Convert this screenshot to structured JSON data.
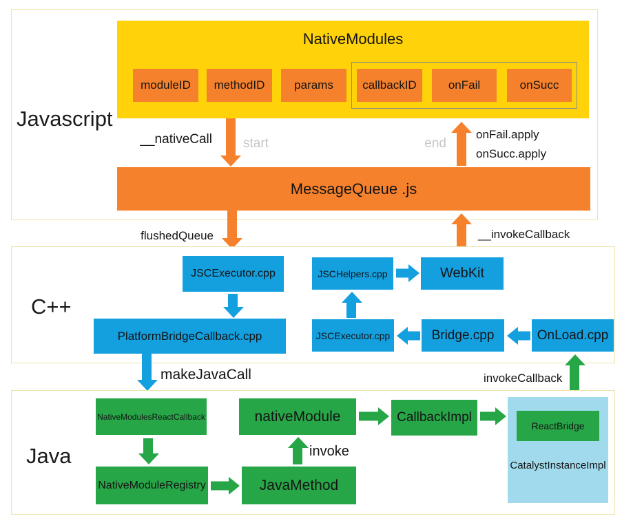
{
  "sections": {
    "javascript": "Javascript",
    "cpp": "C++",
    "java": "Java"
  },
  "javascript": {
    "native_modules": {
      "title": "NativeModules",
      "fields": [
        "moduleID",
        "methodID",
        "params"
      ],
      "callback_group": [
        "callbackID",
        "onFail",
        "onSucc"
      ]
    },
    "message_queue": "MessageQueue .js",
    "labels": {
      "native_call": "__nativeCall",
      "start": "start",
      "end": "end",
      "on_fail_apply": "onFail.apply",
      "on_succ_apply": "onSucc.apply",
      "flushed_queue": "flushedQueue",
      "invoke_callback": "__invokeCallback"
    }
  },
  "cpp": {
    "jsc_executor_top": "JSCExecutor.cpp",
    "platform_bridge_callback": "PlatformBridgeCallback.cpp",
    "jsc_helpers": "JSCHelpers.cpp",
    "webkit": "WebKit",
    "jsc_executor_bottom": "JSCExecutor.cpp",
    "bridge": "Bridge.cpp",
    "onload": "OnLoad.cpp",
    "labels": {
      "make_java_call": "makeJavaCall"
    }
  },
  "java": {
    "native_modules_react_callback": "NativeModulesReactCallback",
    "native_module": "nativeModule",
    "callback_impl": "CallbackImpl",
    "native_module_registry": "NativeModuleRegistry",
    "java_method": "JavaMethod",
    "react_bridge": "ReactBridge",
    "catalyst_instance_impl": "CatalystInstanceImpl",
    "labels": {
      "invoke": "invoke",
      "invoke_callback": "invokeCallback"
    }
  },
  "colors": {
    "yellow": "#FFD20A",
    "orange": "#F6812C",
    "blue": "#149FDF",
    "green": "#27A648",
    "light_blue": "#A0DAEC",
    "section_border": "#EDE3AE",
    "callback_group_border": "#8A8A8A",
    "muted_gray_text": "#C6C6C6"
  }
}
